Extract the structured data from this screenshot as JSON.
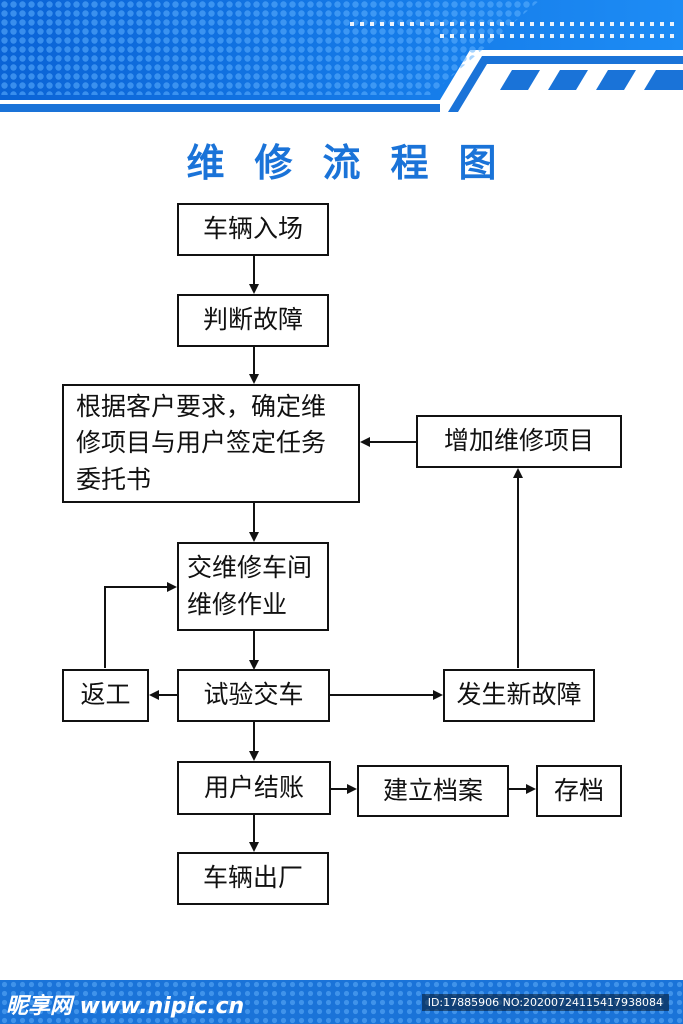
{
  "title": "维修流程图",
  "colors": {
    "primary": "#1a73d8",
    "line": "#111111"
  },
  "nodes": {
    "vehicle_entry": "车辆入场",
    "diagnose": "判断故障",
    "confirm_items": "根据客户要求，确定维修项目与用户签定任务委托书",
    "workshop_repair": "交维修车间维修作业",
    "test_delivery": "试验交车",
    "rework": "返工",
    "new_fault": "发生新故障",
    "add_items": "增加维修项目",
    "settlement": "用户结账",
    "create_file": "建立档案",
    "archive": "存档",
    "vehicle_exit": "车辆出厂"
  },
  "watermark": {
    "logo": "昵享网 www.nipic.cn",
    "id": "ID:17885906 NO:20200724115417938084"
  }
}
